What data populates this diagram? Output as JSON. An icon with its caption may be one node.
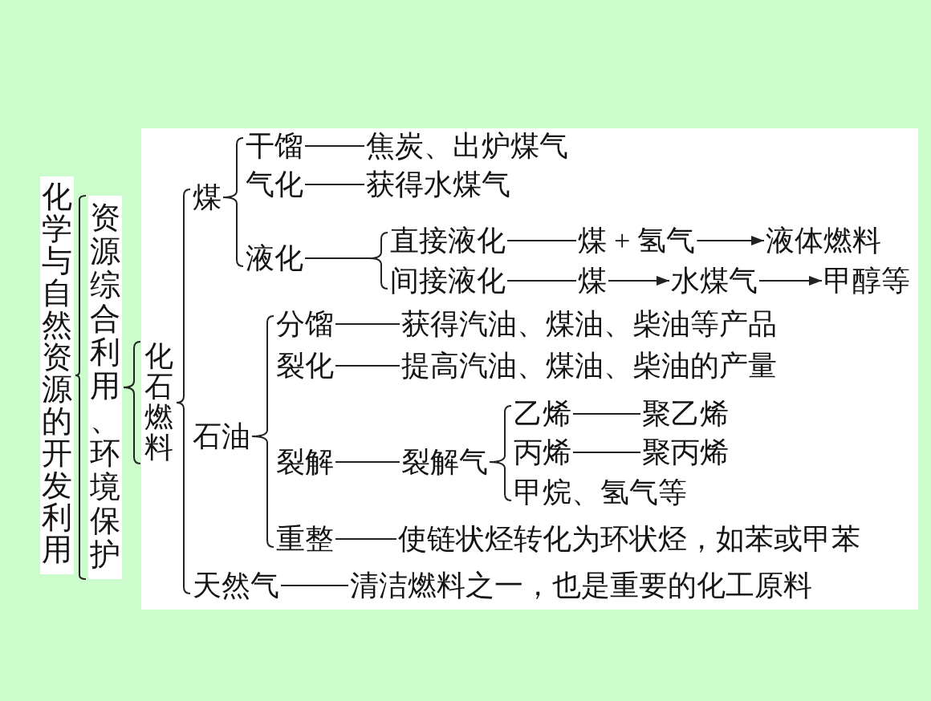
{
  "diagram": {
    "nodes": [
      {
        "text": [
          "化学与自然资源的开发利用"
        ]
      },
      {
        "text": [
          "资源综合利用、环境保护"
        ]
      },
      {
        "text": [
          "化石燃料"
        ]
      },
      {
        "text": [
          "煤"
        ]
      },
      {
        "text": [
          "干馏"
        ]
      },
      {
        "text": [
          "焦炭、出炉煤气"
        ]
      },
      {
        "text": [
          "气化"
        ]
      },
      {
        "text": [
          "获得水煤气"
        ]
      },
      {
        "text": [
          "液化"
        ]
      },
      {
        "text": [
          "直接液化"
        ]
      },
      {
        "text": [
          "煤 + 氢气"
        ]
      },
      {
        "text": [
          "液体燃料"
        ]
      },
      {
        "text": [
          "间接液化"
        ]
      },
      {
        "text": [
          "煤"
        ]
      },
      {
        "text": [
          "水煤气"
        ]
      },
      {
        "text": [
          "甲醇等"
        ]
      },
      {
        "text": [
          "石油"
        ]
      },
      {
        "text": [
          "分馏"
        ]
      },
      {
        "text": [
          "获得汽油、煤油、柴油等产品"
        ]
      },
      {
        "text": [
          "裂化"
        ]
      },
      {
        "text": [
          "提高汽油、煤油、柴油的产量"
        ]
      },
      {
        "text": [
          "裂解"
        ]
      },
      {
        "text": [
          "裂解气"
        ]
      },
      {
        "text": [
          "乙烯"
        ]
      },
      {
        "text": [
          "聚乙烯"
        ]
      },
      {
        "text": [
          "丙烯"
        ]
      },
      {
        "text": [
          "聚丙烯"
        ]
      },
      {
        "text": [
          "甲烷、氢气等"
        ]
      },
      {
        "text": [
          "重整"
        ]
      },
      {
        "text": [
          "使链状烃转化为环状烃，如苯或甲苯"
        ]
      },
      {
        "text": [
          "天然气"
        ]
      },
      {
        "text": [
          "清洁燃料之一，也是重要的化工原料"
        ]
      }
    ],
    "edges": [
      {
        "from": 0,
        "to": 1,
        "arrow": "none"
      },
      {
        "from": 1,
        "to": 2,
        "arrow": "none"
      },
      {
        "from": 2,
        "to": 3,
        "arrow": "none"
      },
      {
        "from": 2,
        "to": 16,
        "arrow": "none"
      },
      {
        "from": 2,
        "to": 30,
        "arrow": "none"
      },
      {
        "from": 3,
        "to": 4,
        "arrow": "none"
      },
      {
        "from": 3,
        "to": 6,
        "arrow": "none"
      },
      {
        "from": 3,
        "to": 8,
        "arrow": "none"
      },
      {
        "from": 4,
        "to": 5,
        "arrow": "none"
      },
      {
        "from": 6,
        "to": 7,
        "arrow": "none"
      },
      {
        "from": 8,
        "to": 9,
        "arrow": "none"
      },
      {
        "from": 8,
        "to": 12,
        "arrow": "none"
      },
      {
        "from": 9,
        "to": 10,
        "arrow": "none"
      },
      {
        "from": 10,
        "to": 11,
        "arrow": "to"
      },
      {
        "from": 12,
        "to": 13,
        "arrow": "none"
      },
      {
        "from": 13,
        "to": 14,
        "arrow": "to"
      },
      {
        "from": 14,
        "to": 15,
        "arrow": "to"
      },
      {
        "from": 16,
        "to": 17,
        "arrow": "none"
      },
      {
        "from": 16,
        "to": 19,
        "arrow": "none"
      },
      {
        "from": 16,
        "to": 21,
        "arrow": "none"
      },
      {
        "from": 16,
        "to": 28,
        "arrow": "none"
      },
      {
        "from": 17,
        "to": 18,
        "arrow": "none"
      },
      {
        "from": 19,
        "to": 20,
        "arrow": "none"
      },
      {
        "from": 21,
        "to": 22,
        "arrow": "none"
      },
      {
        "from": 22,
        "to": 23,
        "arrow": "none"
      },
      {
        "from": 22,
        "to": 25,
        "arrow": "none"
      },
      {
        "from": 22,
        "to": 27,
        "arrow": "none"
      },
      {
        "from": 23,
        "to": 24,
        "arrow": "none"
      },
      {
        "from": 25,
        "to": 26,
        "arrow": "none"
      },
      {
        "from": 28,
        "to": 29,
        "arrow": "none"
      },
      {
        "from": 30,
        "to": 31,
        "arrow": "none"
      }
    ]
  }
}
